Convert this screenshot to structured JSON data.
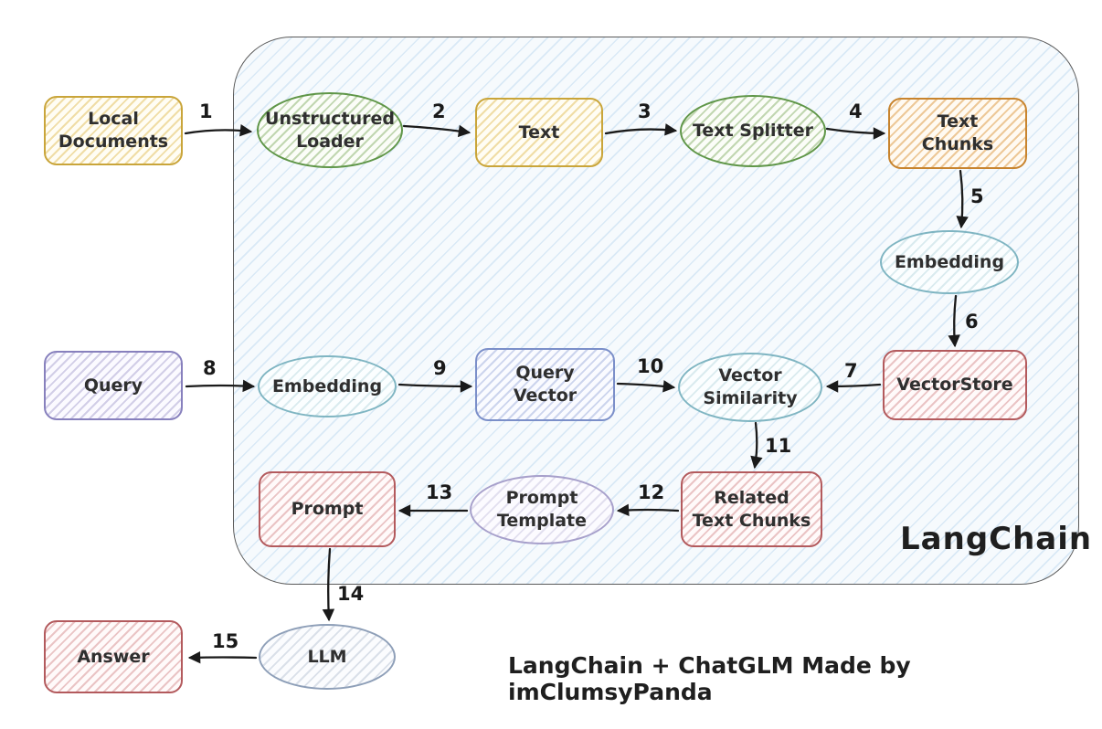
{
  "diagram": {
    "container_label": "LangChain",
    "caption": "LangChain + ChatGLM Made by imClumsyPanda",
    "nodes": [
      {
        "id": "local-documents",
        "label": "Local Documents",
        "shape": "rect",
        "color": "yellow"
      },
      {
        "id": "unstructured-loader",
        "label": "Unstructured Loader",
        "shape": "ellipse",
        "color": "green"
      },
      {
        "id": "text",
        "label": "Text",
        "shape": "rect",
        "color": "yellow"
      },
      {
        "id": "text-splitter",
        "label": "Text Splitter",
        "shape": "ellipse",
        "color": "green"
      },
      {
        "id": "text-chunks",
        "label": "Text Chunks",
        "shape": "rect",
        "color": "orange"
      },
      {
        "id": "embedding-docs",
        "label": "Embedding",
        "shape": "ellipse",
        "color": "teal"
      },
      {
        "id": "vectorstore",
        "label": "VectorStore",
        "shape": "rect",
        "color": "red"
      },
      {
        "id": "query",
        "label": "Query",
        "shape": "rect",
        "color": "purple"
      },
      {
        "id": "embedding-query",
        "label": "Embedding",
        "shape": "ellipse",
        "color": "teal"
      },
      {
        "id": "query-vector",
        "label": "Query Vector",
        "shape": "rect",
        "color": "blue"
      },
      {
        "id": "vector-similarity",
        "label": "Vector Similarity",
        "shape": "ellipse",
        "color": "teal"
      },
      {
        "id": "related-text-chunks",
        "label": "Related Text Chunks",
        "shape": "rect",
        "color": "red"
      },
      {
        "id": "prompt-template",
        "label": "Prompt Template",
        "shape": "ellipse",
        "color": "lavender"
      },
      {
        "id": "prompt",
        "label": "Prompt",
        "shape": "rect",
        "color": "red"
      },
      {
        "id": "llm",
        "label": "LLM",
        "shape": "ellipse",
        "color": "grayblue"
      },
      {
        "id": "answer",
        "label": "Answer",
        "shape": "rect",
        "color": "red"
      }
    ],
    "edges": [
      {
        "label": "1",
        "from": "local-documents",
        "to": "unstructured-loader"
      },
      {
        "label": "2",
        "from": "unstructured-loader",
        "to": "text"
      },
      {
        "label": "3",
        "from": "text",
        "to": "text-splitter"
      },
      {
        "label": "4",
        "from": "text-splitter",
        "to": "text-chunks"
      },
      {
        "label": "5",
        "from": "text-chunks",
        "to": "embedding-docs"
      },
      {
        "label": "6",
        "from": "embedding-docs",
        "to": "vectorstore"
      },
      {
        "label": "7",
        "from": "vectorstore",
        "to": "vector-similarity"
      },
      {
        "label": "8",
        "from": "query",
        "to": "embedding-query"
      },
      {
        "label": "9",
        "from": "embedding-query",
        "to": "query-vector"
      },
      {
        "label": "10",
        "from": "query-vector",
        "to": "vector-similarity"
      },
      {
        "label": "11",
        "from": "vector-similarity",
        "to": "related-text-chunks"
      },
      {
        "label": "12",
        "from": "related-text-chunks",
        "to": "prompt-template"
      },
      {
        "label": "13",
        "from": "prompt-template",
        "to": "prompt"
      },
      {
        "label": "14",
        "from": "prompt",
        "to": "llm"
      },
      {
        "label": "15",
        "from": "llm",
        "to": "answer"
      }
    ],
    "colors": {
      "yellow_border": "#c9a53a",
      "green_border": "#5f9648",
      "orange_border": "#c8842e",
      "teal_border": "#7fb5c2",
      "red_border": "#b35a5d",
      "purple_border": "#8780bd",
      "blue_border": "#7b8fc9",
      "lavender_border": "#a7a0cb",
      "gray_blue_border": "#8e9fb8",
      "container_border": "#5a5a5a",
      "arrow_color": "#1a1a1a",
      "text_color": "#2f2f2f"
    }
  }
}
